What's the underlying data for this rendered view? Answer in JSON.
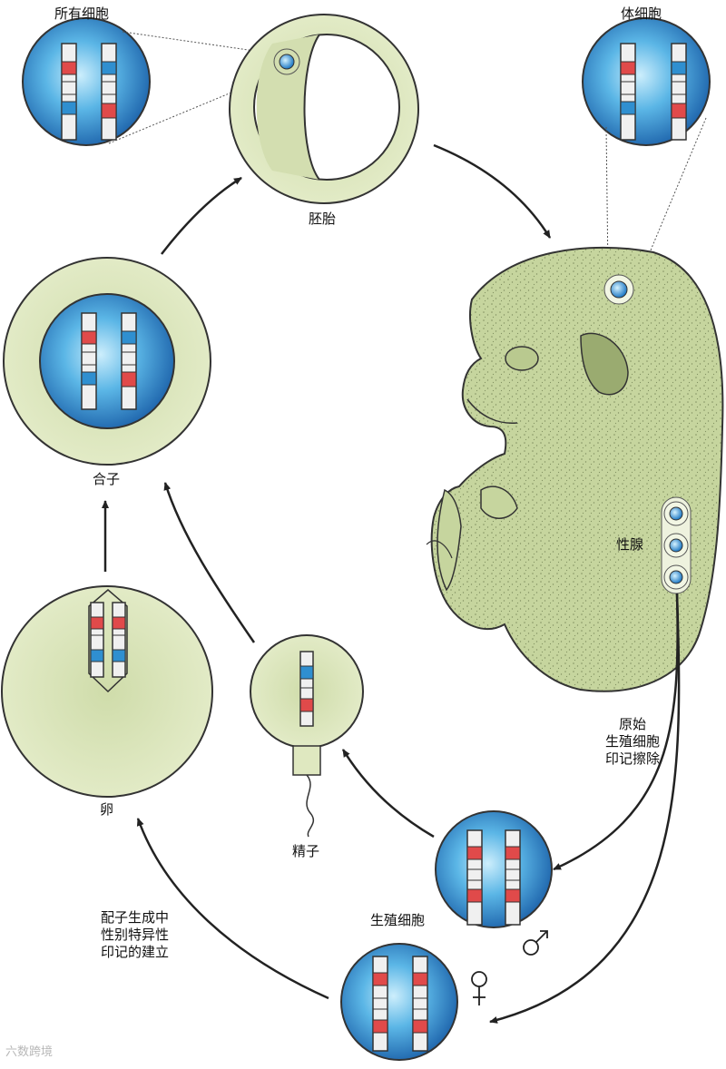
{
  "labels": {
    "all_cells": "所有细胞",
    "somatic_cells": "体细胞",
    "embryo": "胚胎",
    "zygote": "合子",
    "gonad": "性腺",
    "egg": "卵",
    "sperm": "精子",
    "germ_cells": "生殖细胞",
    "erasure": [
      "原始",
      "生殖细胞",
      "印记擦除"
    ],
    "establishment": [
      "配子生成中",
      "性别特异性",
      "印记的建立"
    ]
  },
  "symbols": {
    "male": "♂",
    "female": "♀"
  },
  "watermark": "六数跨境",
  "colors": {
    "cell_fill": "#dfe8c0",
    "cell_stroke": "#333333",
    "nucleus_light": "#8fd4f4",
    "nucleus_dark": "#1c6fb8",
    "maternal_mark": "#e04a4a",
    "paternal_mark": "#2f8fd0",
    "chromosome": "#f0f0f0",
    "arrow": "#222222"
  }
}
